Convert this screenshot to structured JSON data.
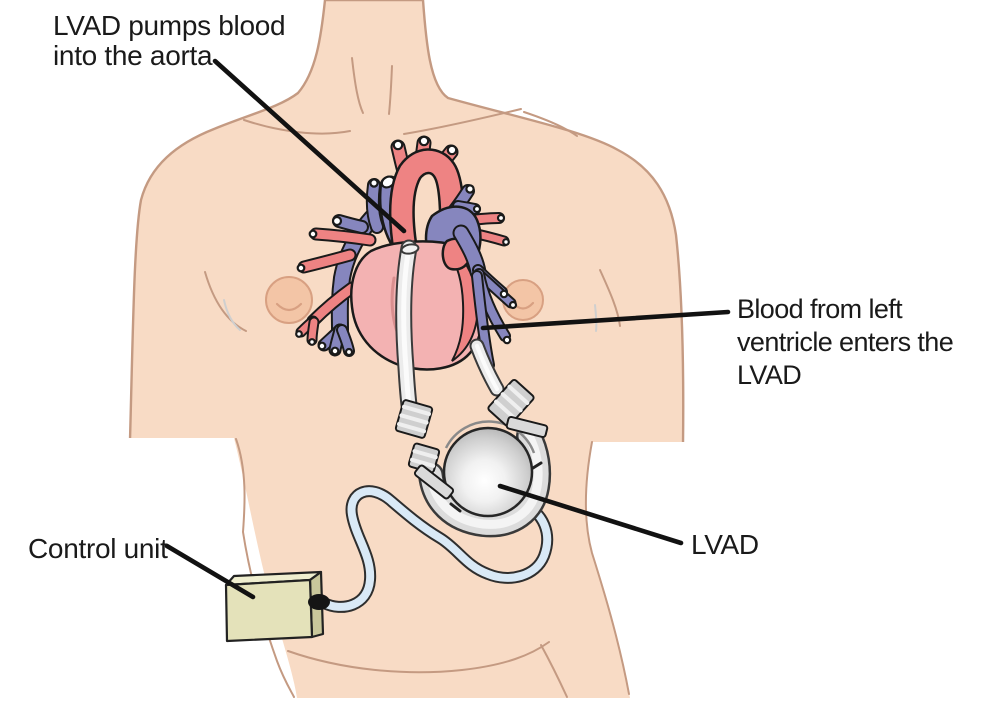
{
  "labels": {
    "aorta_label": {
      "line1": "LVAD pumps blood",
      "line2": "into the aorta"
    },
    "ventricle_label": {
      "line1": "Blood from left",
      "line2": "ventricle enters the",
      "line3": "LVAD"
    },
    "lvad_label": {
      "text": "LVAD"
    },
    "control_unit_label": {
      "text": "Control unit"
    }
  },
  "colors": {
    "background": "#FFFFFF",
    "skin": "#F8DBC5",
    "skinline": "#C49A82",
    "outline": "#1A1A1A",
    "artery": "#EE8383",
    "vein": "#8686BE",
    "heartc": "#F3B2B2",
    "tube": "#ECECEC",
    "pump": "#9E9E9E",
    "driveline": "#D9E9F6",
    "ctrlfront": "#E4E2BA",
    "ctrltop": "#EFEECF",
    "ctrlside": "#C9C79B",
    "leader": "#121212",
    "text": "#1A1A1A"
  }
}
